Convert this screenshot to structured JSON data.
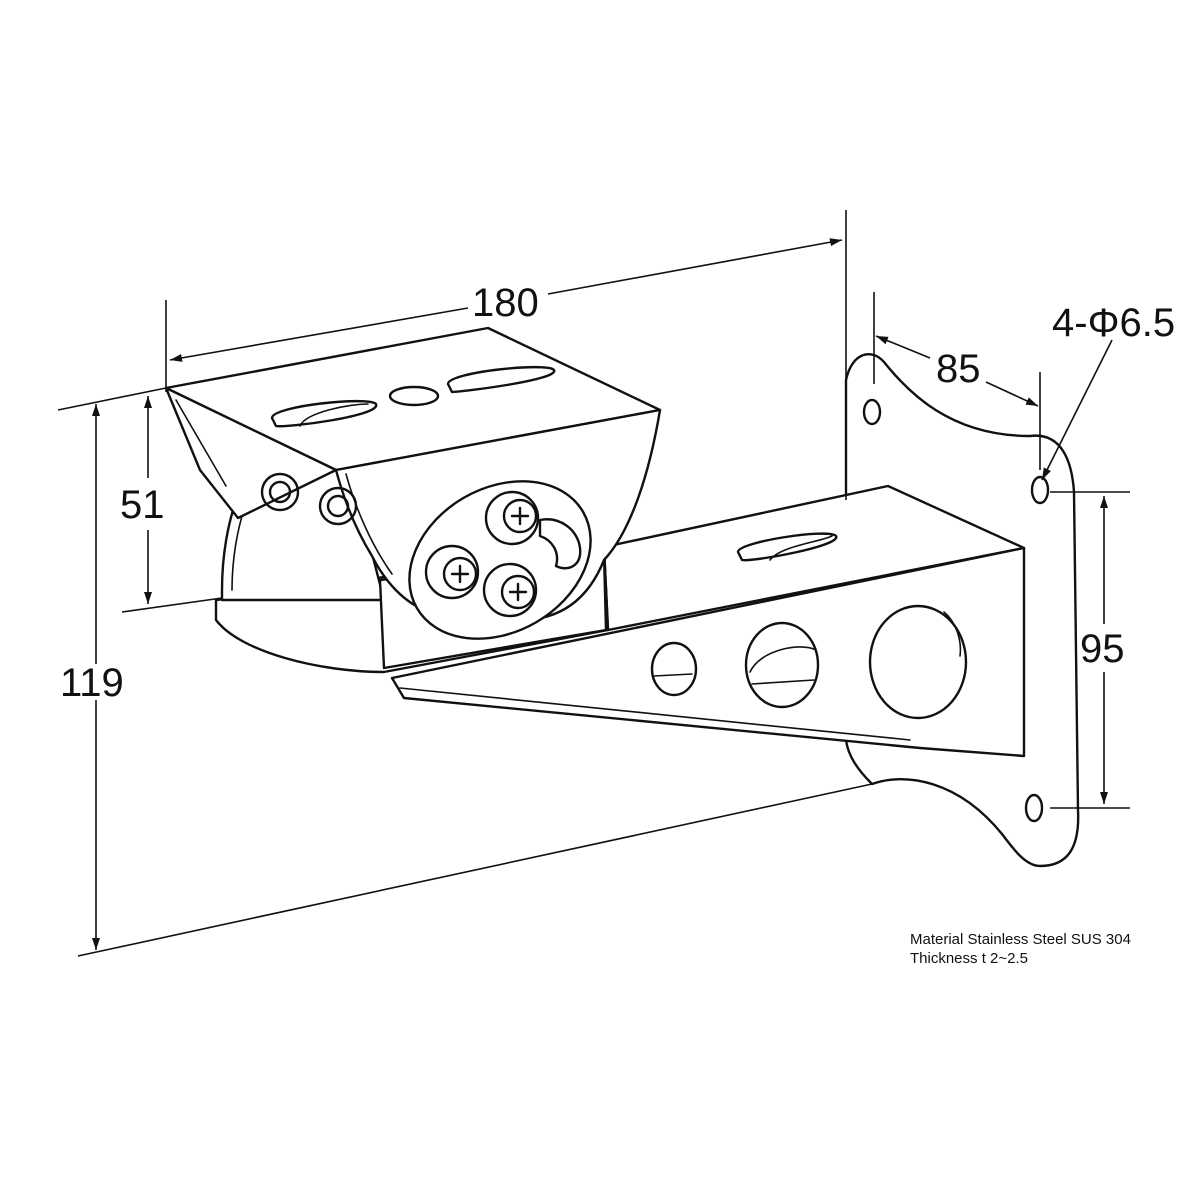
{
  "dimensions": {
    "length": "180",
    "base_width": "85",
    "height": "119",
    "head_height": "51",
    "hole_pitch": "95",
    "holes": "4-Φ6.5"
  },
  "notes": {
    "material": "Material Stainless Steel SUS 304",
    "thickness": "Thickness t  2~2.5"
  }
}
